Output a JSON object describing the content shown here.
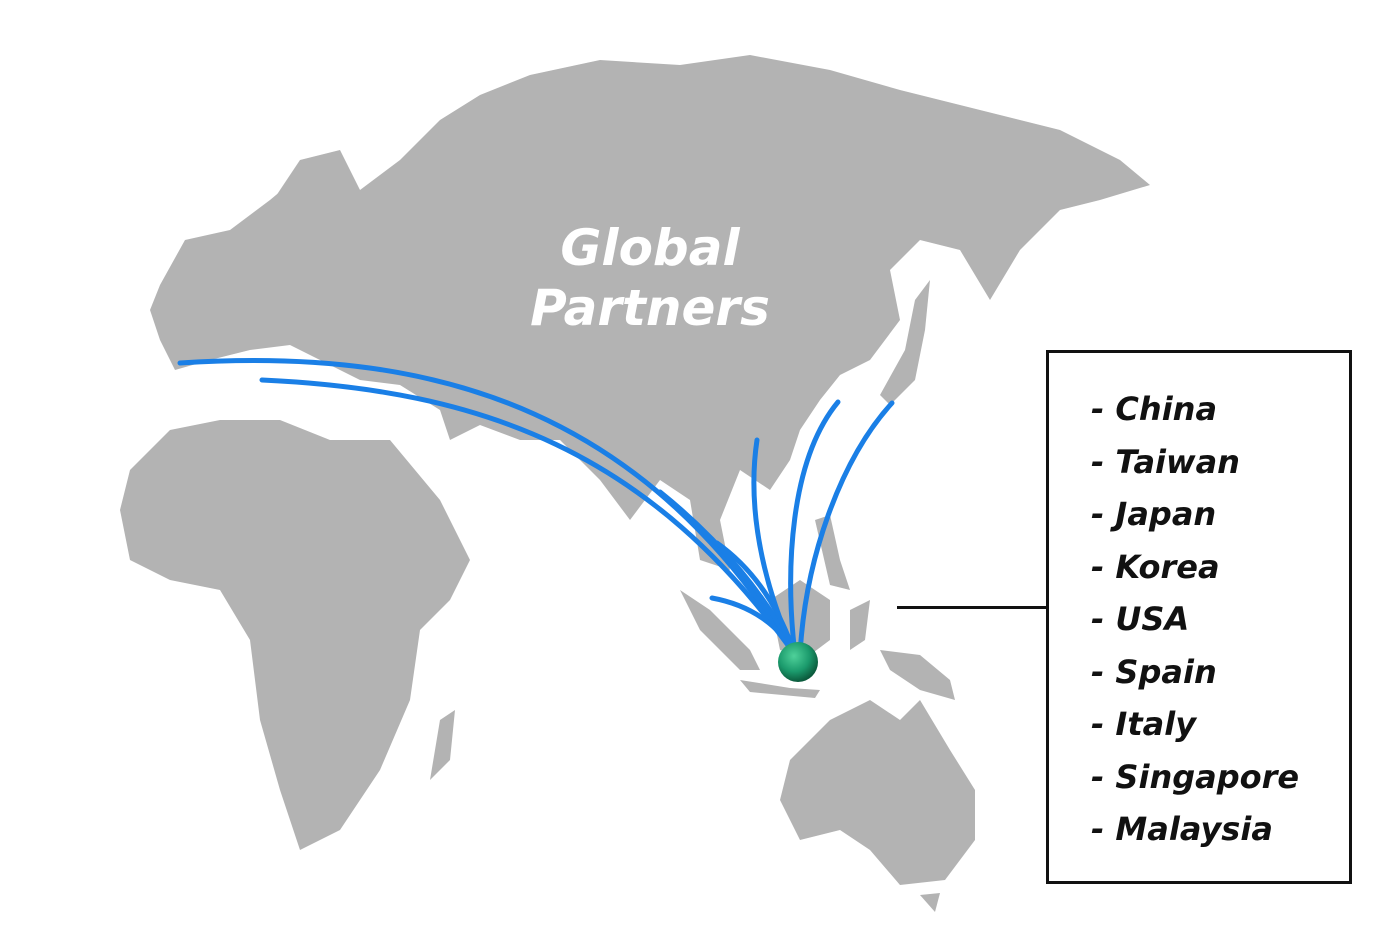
{
  "title": {
    "line1": "Global",
    "line2": "Partners"
  },
  "legend": {
    "items": [
      "- China",
      "- Taiwan",
      "- Japan",
      "- Korea",
      "- USA",
      "- Spain",
      "- Italy",
      "- Singapore",
      "- Malaysia"
    ]
  },
  "colors": {
    "land": "#b3b3b3",
    "route": "#1a7fe6",
    "hub": "#1b9a6c",
    "border": "#111111"
  },
  "icons": {
    "hub": "green-hub-marker"
  }
}
